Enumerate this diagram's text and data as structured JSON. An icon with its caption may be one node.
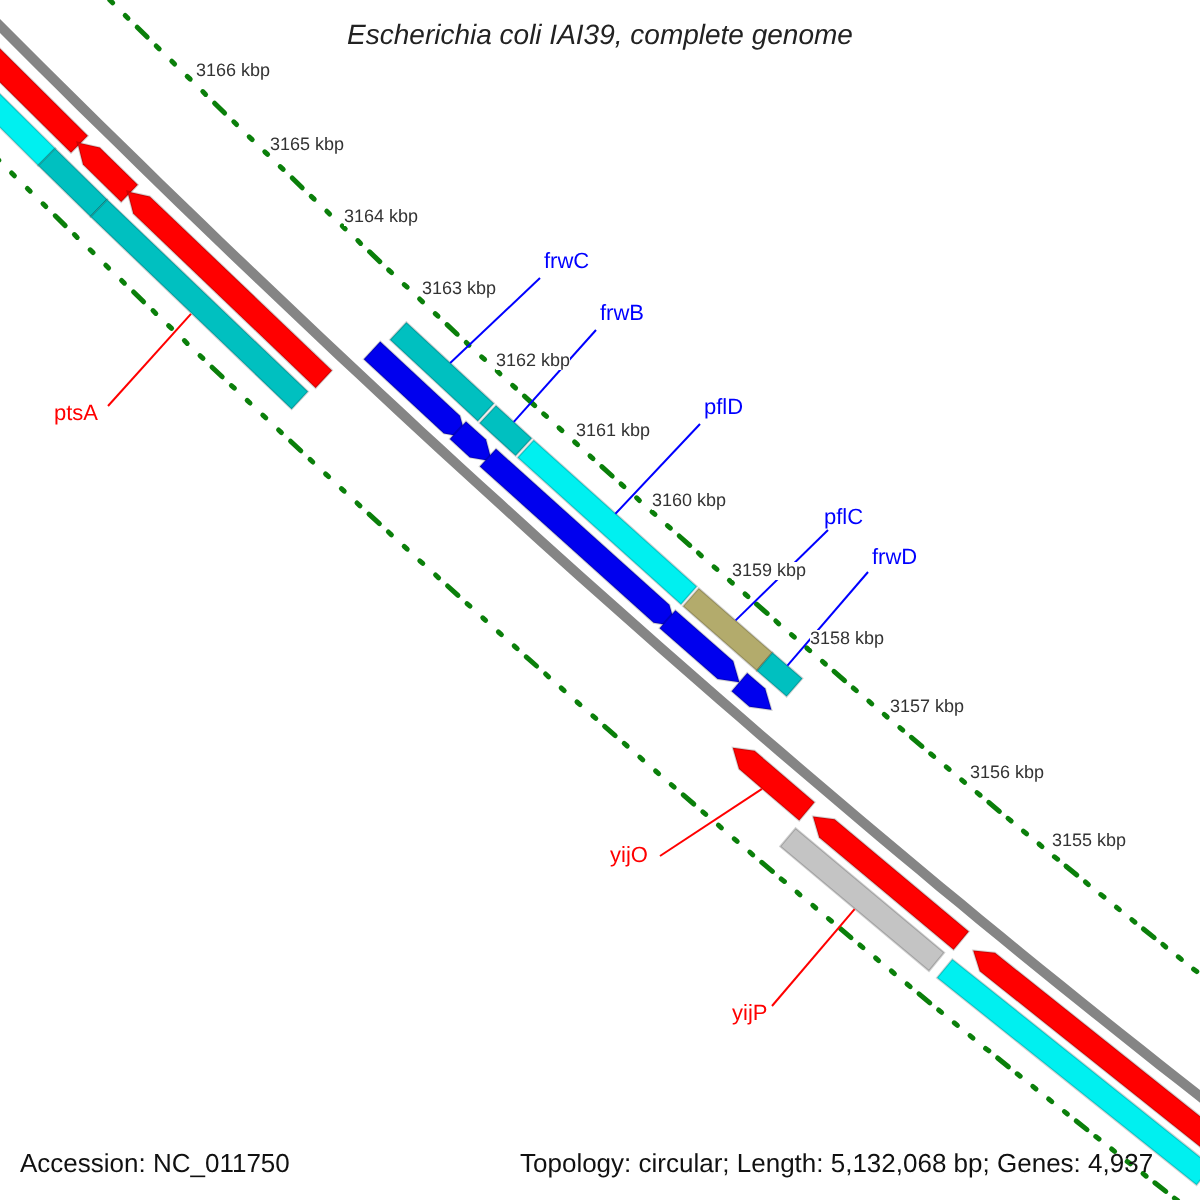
{
  "diagram": {
    "title": "Escherichia coli IAI39, complete genome",
    "nodes": [
      {
        "text": [
          "frwC"
        ]
      },
      {
        "text": [
          "frwB"
        ]
      },
      {
        "text": [
          "pflD"
        ]
      },
      {
        "text": [
          "ptsA"
        ]
      },
      {
        "text": [
          "pflC"
        ]
      },
      {
        "text": [
          "frwD"
        ]
      },
      {
        "text": [
          "yijO"
        ]
      },
      {
        "text": [
          "yijP"
        ]
      },
      {
        "text": [],
        "shape": "bar"
      },
      {
        "text": [],
        "shape": "bar"
      },
      {
        "text": [],
        "shape": "bar"
      },
      {
        "text": [],
        "shape": "bar"
      },
      {
        "text": [],
        "shape": "bar"
      },
      {
        "text": [],
        "shape": "bar"
      },
      {
        "text": [],
        "shape": "bar"
      },
      {
        "text": [],
        "shape": "bar"
      },
      {
        "text": [],
        "shape": "bar"
      },
      {
        "text": [],
        "shape": "bar"
      },
      {
        "text": [],
        "shape": "bar"
      },
      {
        "text": [],
        "shape": "bar"
      },
      {
        "text": [],
        "shape": "bar"
      },
      {
        "text": [],
        "shape": "bar"
      },
      {
        "text": [],
        "shape": "bar"
      },
      {
        "text": [],
        "shape": "bar"
      },
      {
        "text": [],
        "shape": "bar"
      },
      {
        "text": [],
        "shape": "bar"
      },
      {
        "text": [],
        "shape": "bar"
      },
      {
        "text": [],
        "shape": "bar"
      },
      {
        "text": [],
        "shape": "bar"
      }
    ],
    "edges": [
      {
        "from": 0,
        "to": 15,
        "arrow": "none"
      },
      {
        "from": 1,
        "to": 17,
        "arrow": "none"
      },
      {
        "from": 2,
        "to": 19,
        "arrow": "none"
      },
      {
        "from": 3,
        "to": 12,
        "arrow": "none",
        "color": "#ff0000"
      },
      {
        "from": 4,
        "to": 21,
        "arrow": "none"
      },
      {
        "from": 5,
        "to": 24,
        "arrow": "none"
      },
      {
        "from": 6,
        "to": 22,
        "arrow": "none",
        "color": "#ff0000"
      },
      {
        "from": 7,
        "to": 25,
        "arrow": "none",
        "color": "#ff0000"
      }
    ],
    "labels": [
      "3166 kbp",
      "3165 kbp",
      "3164 kbp",
      "3163 kbp",
      "3162 kbp",
      "3161 kbp",
      "3160 kbp",
      "3159 kbp",
      "3158 kbp",
      "3157 kbp",
      "3156 kbp",
      "3155 kbp",
      "Accession: NC_011750",
      "Topology: circular; Length: 5,132,068 bp; Genes: 4,937"
    ]
  }
}
